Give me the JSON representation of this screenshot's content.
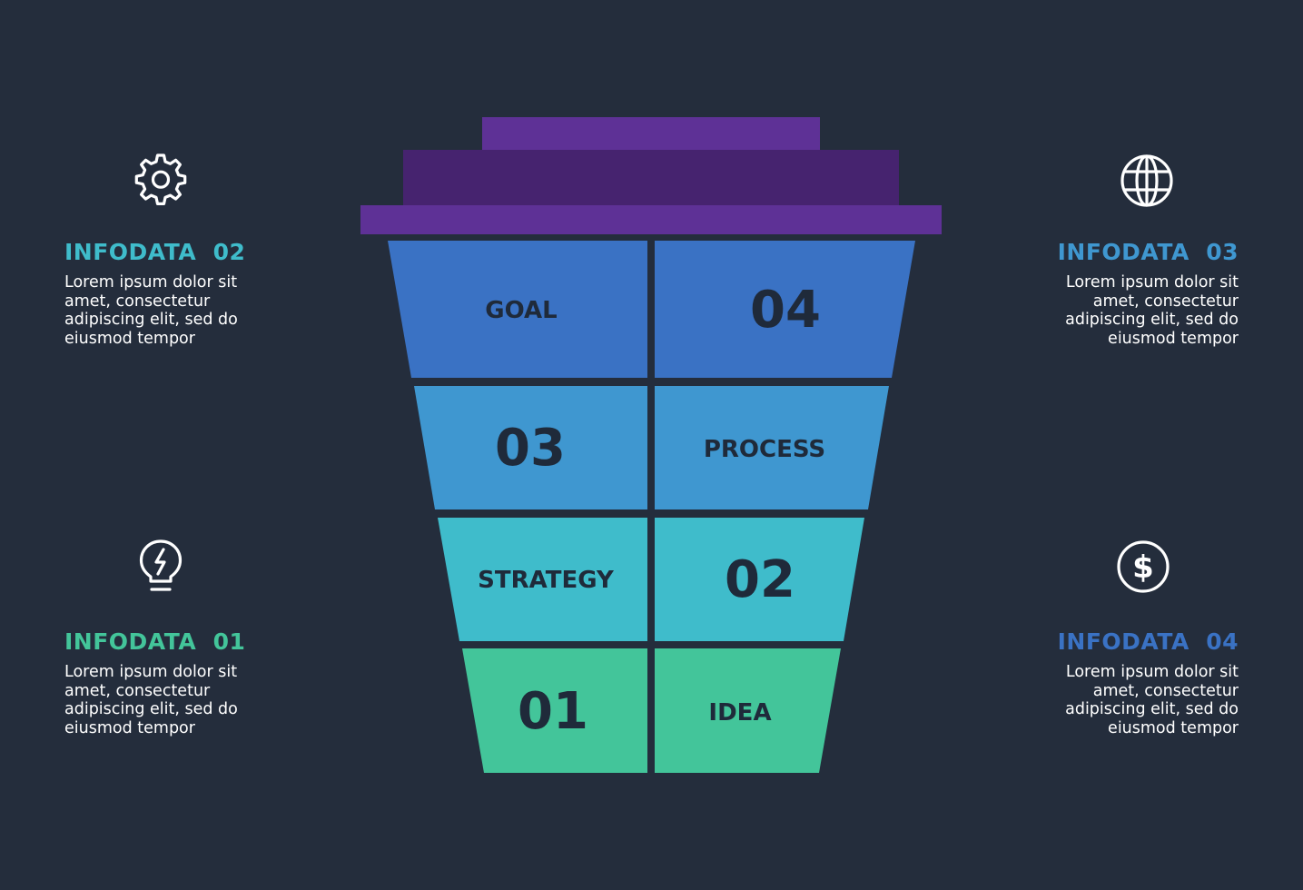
{
  "panels": {
    "top_left": {
      "icon": "gear-icon",
      "title": "INFODATA  02",
      "color": "#3fbccb",
      "lines": [
        "Lorem ipsum dolor sit",
        "amet, consectetur",
        "adipiscing elit, sed do",
        "eiusmod tempor"
      ]
    },
    "bottom_left": {
      "icon": "lightbulb-icon",
      "title": "INFODATA  01",
      "color": "#43c59a",
      "lines": [
        "Lorem ipsum dolor sit",
        "amet, consectetur",
        "adipiscing elit, sed do",
        "eiusmod tempor"
      ]
    },
    "top_right": {
      "icon": "globe-icon",
      "title": "INFODATA  03",
      "color": "#3f97d0",
      "lines": [
        "Lorem ipsum dolor sit",
        "amet, consectetur",
        "adipiscing elit, sed do",
        "eiusmod tempor"
      ]
    },
    "bottom_right": {
      "icon": "dollar-icon",
      "title": "INFODATA  04",
      "color": "#3a72c4",
      "lines": [
        "Lorem ipsum dolor sit",
        "amet, consectetur",
        "adipiscing elit, sed do",
        "eiusmod tempor"
      ]
    }
  },
  "cup": {
    "lid_colors": [
      "#5e3196",
      "#46236f",
      "#5e3196"
    ],
    "rows": [
      {
        "color": "#3a72c4",
        "left": "GOAL",
        "right": "04"
      },
      {
        "color": "#3f97d0",
        "left": "03",
        "right": "PROCESS"
      },
      {
        "color": "#3fbccb",
        "left": "STRATEGY",
        "right": "02"
      },
      {
        "color": "#43c59a",
        "left": "01",
        "right": "IDEA"
      }
    ]
  }
}
